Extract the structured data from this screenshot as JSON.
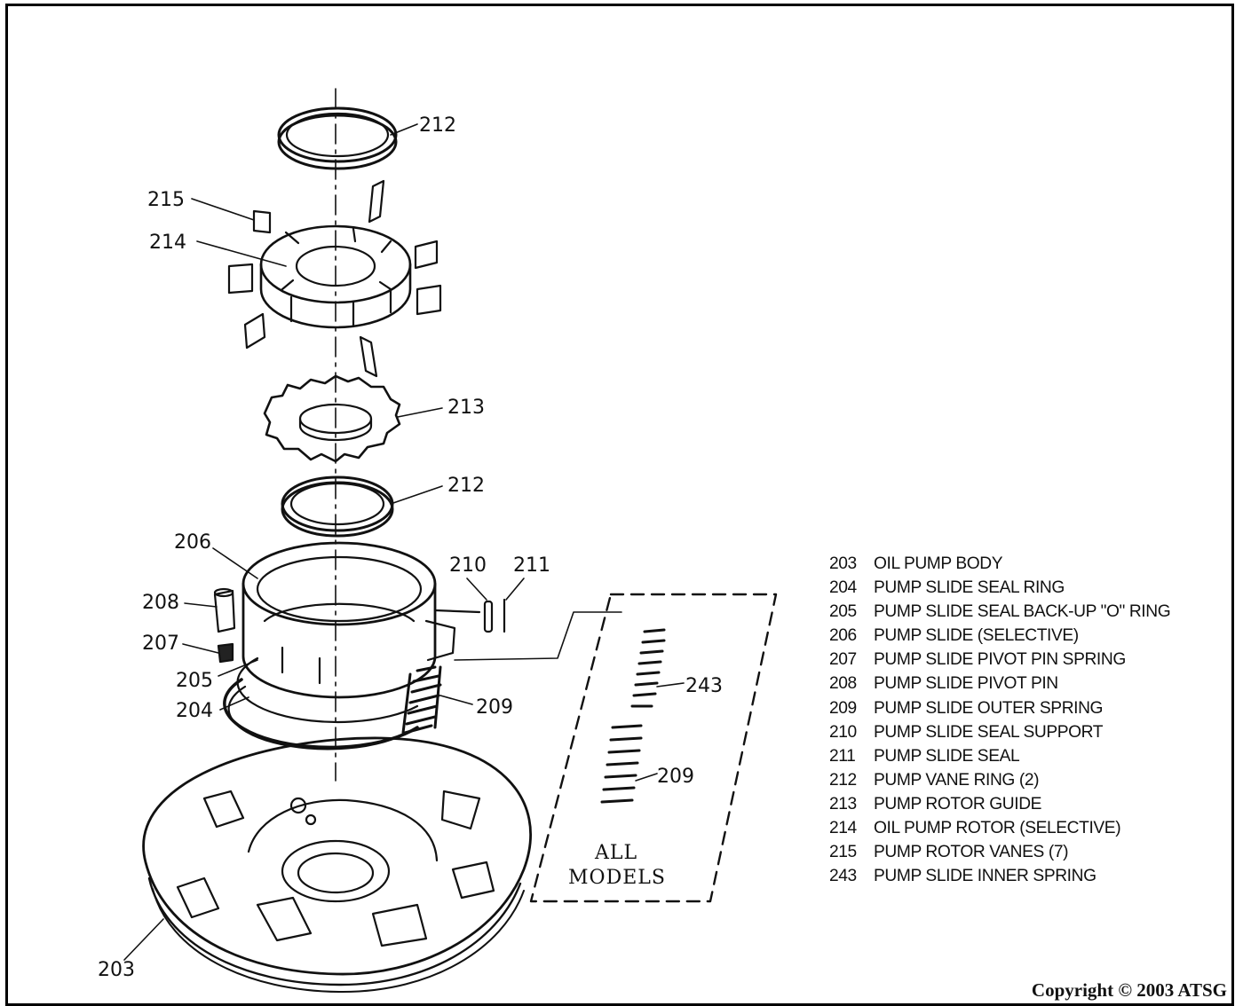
{
  "diagram": {
    "callouts": {
      "c212_top": "212",
      "c215": "215",
      "c214": "214",
      "c213": "213",
      "c212_mid": "212",
      "c206": "206",
      "c210": "210",
      "c211": "211",
      "c208": "208",
      "c207": "207",
      "c205": "205",
      "c204": "204",
      "c209_main": "209",
      "c243": "243",
      "c209_inset": "209",
      "c203": "203"
    },
    "inset_label": {
      "line1": "ALL",
      "line2": "MODELS"
    }
  },
  "legend": [
    {
      "num": "203",
      "text": "OIL PUMP BODY"
    },
    {
      "num": "204",
      "text": "PUMP SLIDE SEAL RING"
    },
    {
      "num": "205",
      "text": "PUMP SLIDE SEAL BACK-UP \"O\" RING"
    },
    {
      "num": "206",
      "text": "PUMP SLIDE (SELECTIVE)"
    },
    {
      "num": "207",
      "text": "PUMP SLIDE PIVOT PIN SPRING"
    },
    {
      "num": "208",
      "text": "PUMP SLIDE PIVOT PIN"
    },
    {
      "num": "209",
      "text": "PUMP SLIDE OUTER SPRING"
    },
    {
      "num": "210",
      "text": "PUMP SLIDE SEAL SUPPORT"
    },
    {
      "num": "211",
      "text": "PUMP SLIDE SEAL"
    },
    {
      "num": "212",
      "text": "PUMP VANE RING  (2)"
    },
    {
      "num": "213",
      "text": "PUMP ROTOR GUIDE"
    },
    {
      "num": "214",
      "text": "OIL PUMP ROTOR  (SELECTIVE)"
    },
    {
      "num": "215",
      "text": "PUMP ROTOR VANES  (7)"
    },
    {
      "num": "243",
      "text": "PUMP SLIDE INNER SPRING"
    }
  ],
  "copyright": "Copyright © 2003 ATSG"
}
